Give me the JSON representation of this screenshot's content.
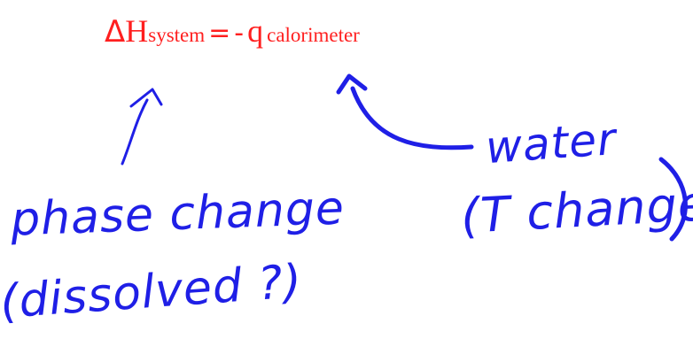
{
  "equation": {
    "delta": "Δ",
    "h": "H",
    "h_subscript": "system",
    "equals": "=",
    "minus": "-",
    "q": "q",
    "q_subscript": "calorimeter"
  },
  "handwriting": {
    "phase_change": "phase change",
    "dissolved": "(dissolved ?)",
    "water": "water",
    "t_change": "(T change)"
  },
  "colors": {
    "equation": "#ff1f1f",
    "ink": "#1f1fe6"
  }
}
